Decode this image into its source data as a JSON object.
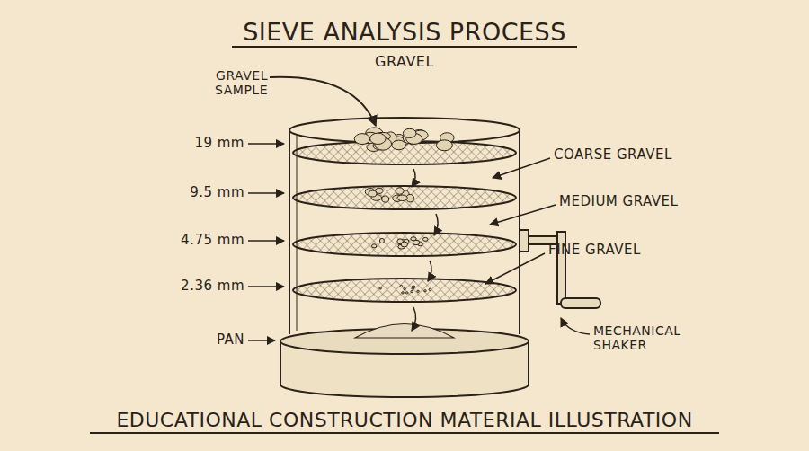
{
  "diagram": {
    "title": "SIEVE ANALYSIS PROCESS",
    "caption": "EDUCATIONAL CONSTRUCTION MATERIAL ILLUSTRATION",
    "labels": [
      "GRAVEL",
      "GRAVEL SAMPLE",
      "19 mm",
      "9.5 mm",
      "4.75 mm",
      "2.36 mm",
      "PAN",
      "COARSE GRAVEL",
      "MEDIUM GRAVEL",
      "FINE GRAVEL",
      "MECHANICAL SHAKER"
    ]
  }
}
